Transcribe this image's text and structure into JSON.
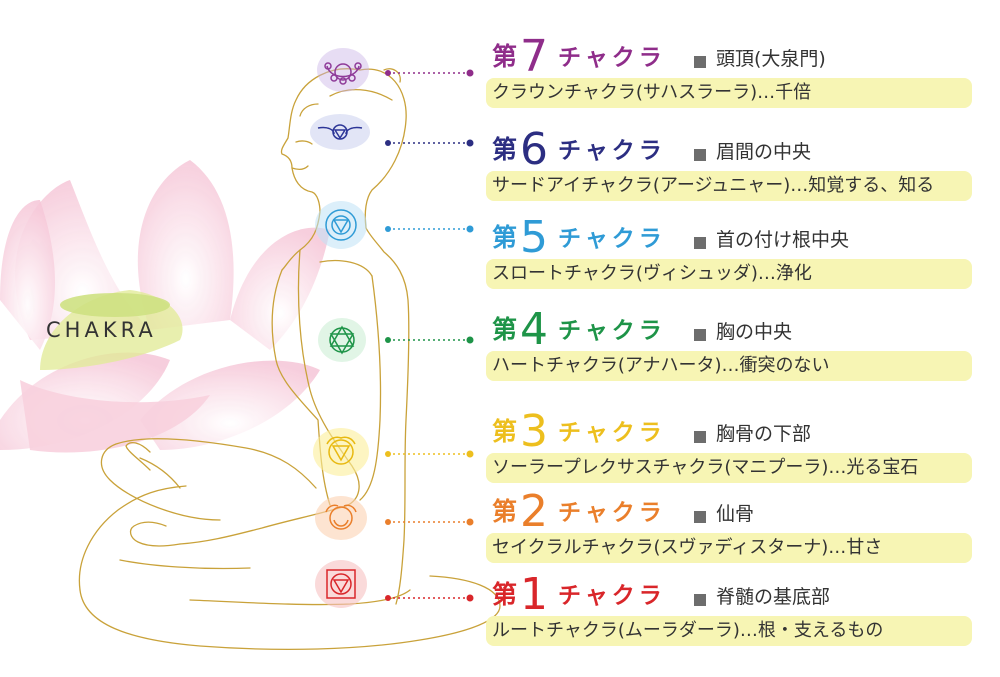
{
  "brand": "CHAKRA",
  "entries": [
    {
      "prefix": "第",
      "number": "7",
      "name": "チャクラ",
      "location": "頭頂(大泉門)",
      "description": "クラウンチャクラ(サハスラーラ)…千倍",
      "color": "#8f2d8a"
    },
    {
      "prefix": "第",
      "number": "6",
      "name": "チャクラ",
      "location": "眉間の中央",
      "description": "サードアイチャクラ(アージュニャー)…知覚する、知る",
      "color": "#2c2e82"
    },
    {
      "prefix": "第",
      "number": "5",
      "name": "チャクラ",
      "location": "首の付け根中央",
      "description": "スロートチャクラ(ヴィシュッダ)…浄化",
      "color": "#2f9bd6"
    },
    {
      "prefix": "第",
      "number": "4",
      "name": "チャクラ",
      "location": "胸の中央",
      "description": "ハートチャクラ(アナハータ)…衝突のない",
      "color": "#1e9448"
    },
    {
      "prefix": "第",
      "number": "3",
      "name": "チャクラ",
      "location": "胸骨の下部",
      "description": "ソーラープレクサスチャクラ(マニプーラ)…光る宝石",
      "color": "#edbf1e"
    },
    {
      "prefix": "第",
      "number": "2",
      "name": "チャクラ",
      "location": "仙骨",
      "description": "セイクラルチャクラ(スヴァディスターナ)…甘さ",
      "color": "#ea7f2b"
    },
    {
      "prefix": "第",
      "number": "1",
      "name": "チャクラ",
      "location": "脊髄の基底部",
      "description": "ルートチャクラ(ムーラダーラ)…根・支えるもの",
      "color": "#d9262a"
    }
  ]
}
